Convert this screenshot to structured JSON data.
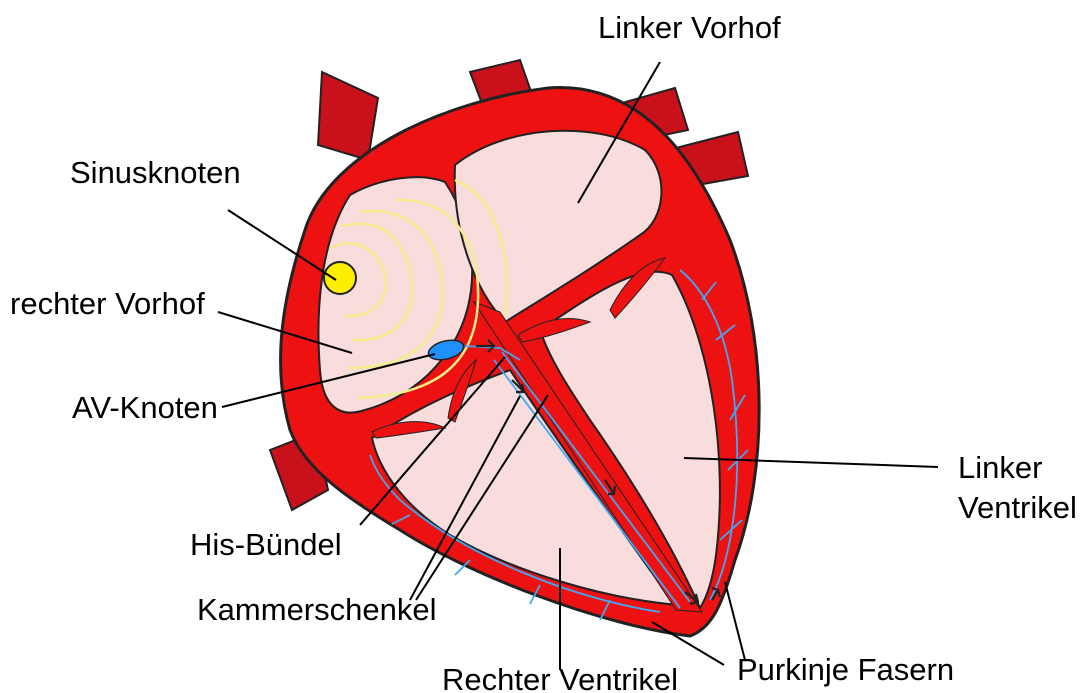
{
  "labels": {
    "left_atrium": "Linker Vorhof",
    "sinus_node": "Sinusknoten",
    "right_atrium": "rechter Vorhof",
    "av_node": "AV-Knoten",
    "his_bundle": "His-Bündel",
    "bundle_branches": "Kammerschenkel",
    "right_ventricle": "Rechter Ventrikel",
    "purkinje_fibers": "Purkinje Fasern",
    "left_ventricle_line1": "Linker",
    "left_ventricle_line2": "Ventrikel"
  },
  "colors": {
    "muscle": "#ee1111",
    "vessel": "#c8111a",
    "outline": "#222222",
    "chamber": "#f9dcdc",
    "sinus_node": "#ffee00",
    "excitation_waves": "#f3ee8a",
    "conduction_fibers": "#3fa9f5",
    "av_node": "#1e90ff"
  }
}
